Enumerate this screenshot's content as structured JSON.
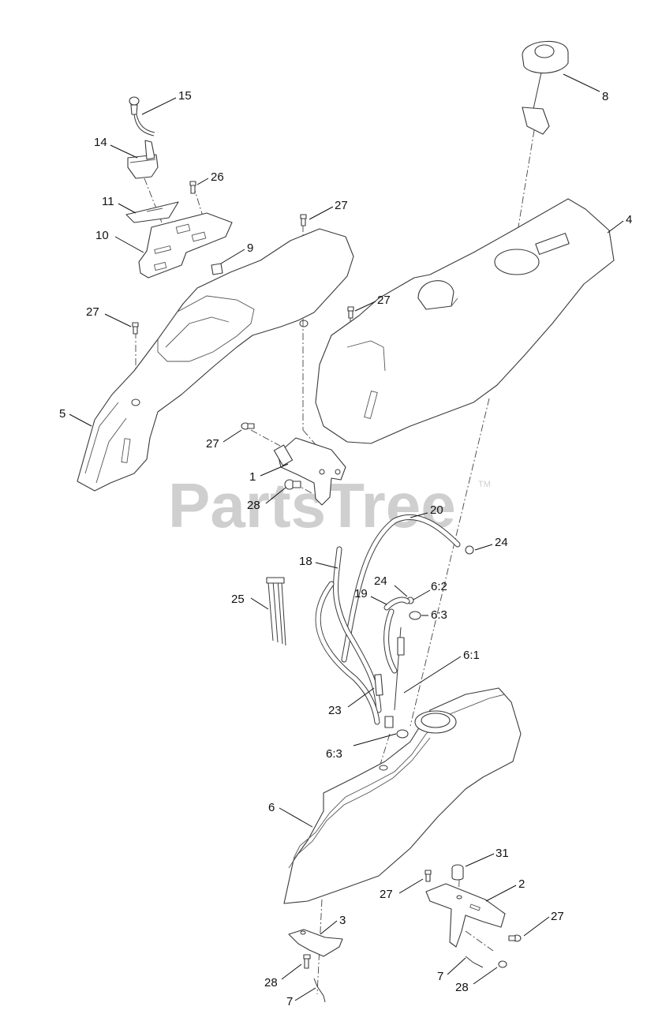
{
  "watermark": {
    "text": "PartsTree",
    "mark": "TM"
  },
  "callouts": [
    {
      "id": "c15",
      "label": "15"
    },
    {
      "id": "c8",
      "label": "8"
    },
    {
      "id": "c14",
      "label": "14"
    },
    {
      "id": "c26",
      "label": "26"
    },
    {
      "id": "c11",
      "label": "11"
    },
    {
      "id": "c27a",
      "label": "27"
    },
    {
      "id": "c4",
      "label": "4"
    },
    {
      "id": "c10",
      "label": "10"
    },
    {
      "id": "c9",
      "label": "9"
    },
    {
      "id": "c27b",
      "label": "27"
    },
    {
      "id": "c27c",
      "label": "27"
    },
    {
      "id": "c5",
      "label": "5"
    },
    {
      "id": "c27d",
      "label": "27"
    },
    {
      "id": "c1",
      "label": "1"
    },
    {
      "id": "c28a",
      "label": "28"
    },
    {
      "id": "c20",
      "label": "20"
    },
    {
      "id": "c24a",
      "label": "24"
    },
    {
      "id": "c18",
      "label": "18"
    },
    {
      "id": "c24b",
      "label": "24"
    },
    {
      "id": "c6-2",
      "label": "6:2"
    },
    {
      "id": "c19",
      "label": "19"
    },
    {
      "id": "c6-3a",
      "label": "6:3"
    },
    {
      "id": "c25",
      "label": "25"
    },
    {
      "id": "c6-1",
      "label": "6:1"
    },
    {
      "id": "c23",
      "label": "23"
    },
    {
      "id": "c6-3b",
      "label": "6:3"
    },
    {
      "id": "c6",
      "label": "6"
    },
    {
      "id": "c31",
      "label": "31"
    },
    {
      "id": "c2",
      "label": "2"
    },
    {
      "id": "c27e",
      "label": "27"
    },
    {
      "id": "c27f",
      "label": "27"
    },
    {
      "id": "c3",
      "label": "3"
    },
    {
      "id": "c7a",
      "label": "7"
    },
    {
      "id": "c28b",
      "label": "28"
    },
    {
      "id": "c28c",
      "label": "28"
    },
    {
      "id": "c7b",
      "label": "7"
    }
  ]
}
